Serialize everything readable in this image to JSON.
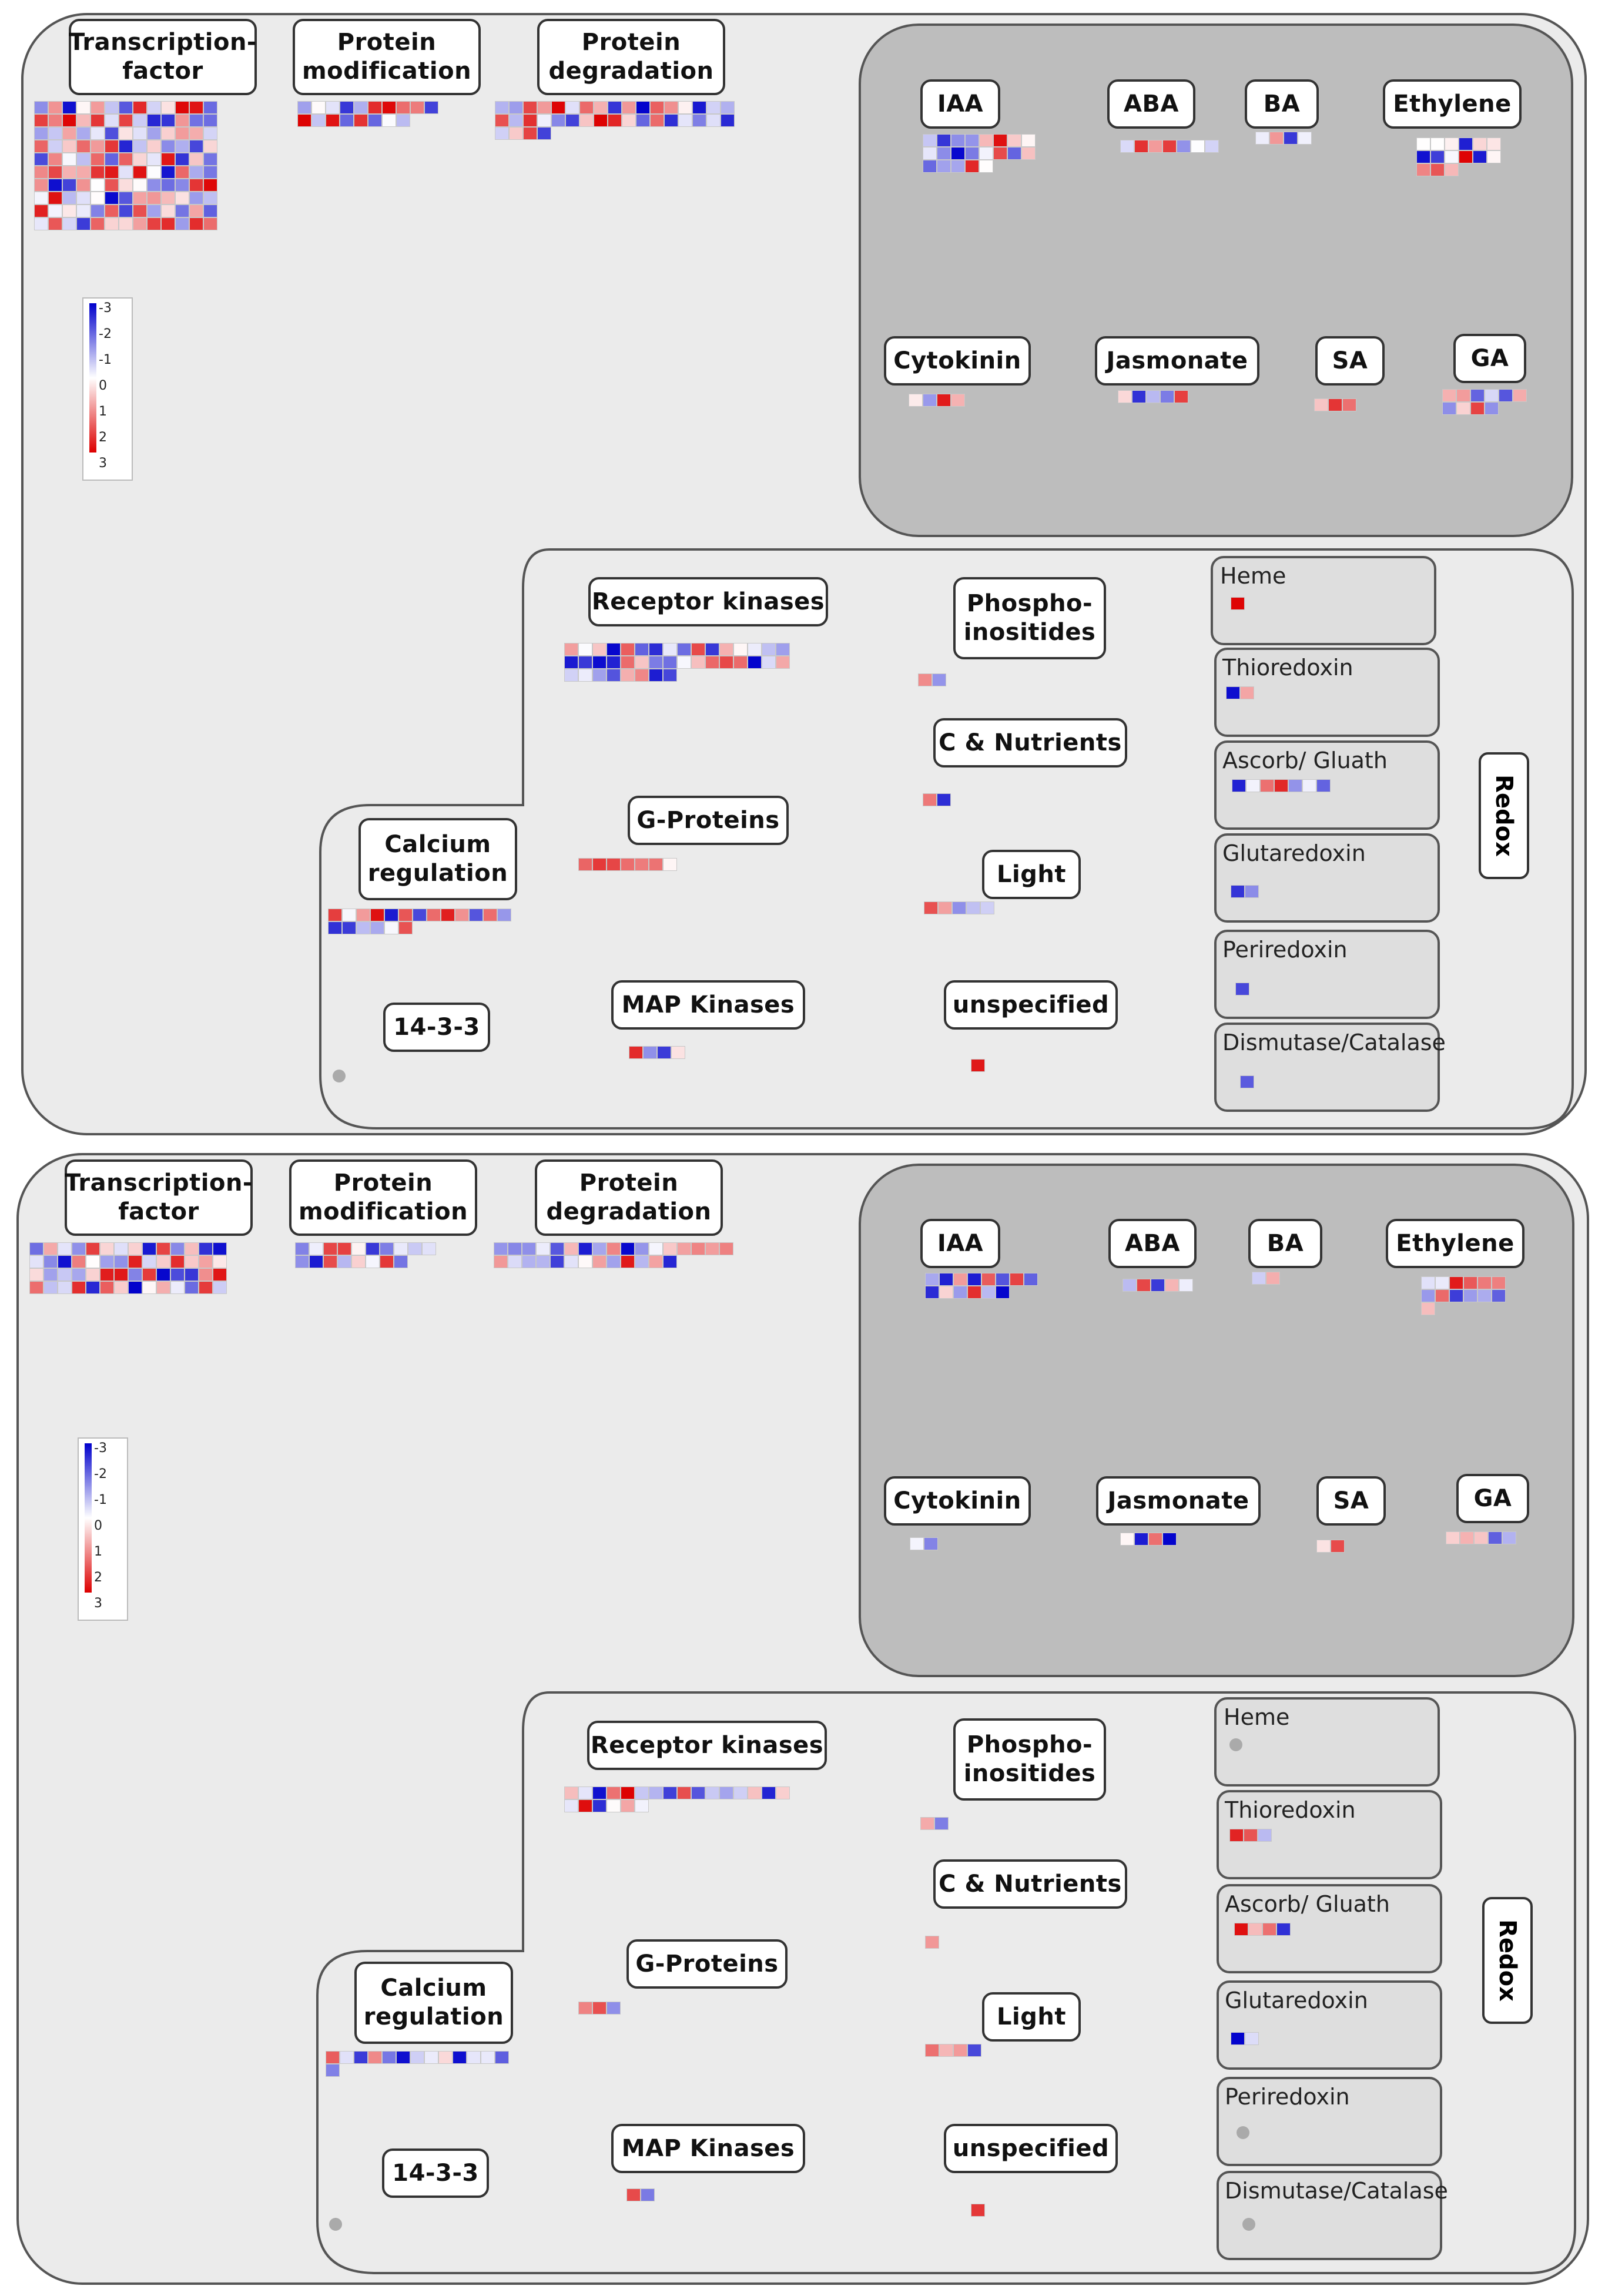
{
  "colors": {
    "outer_fill": "#ebebeb",
    "hormone_fill": "#bdbdbd",
    "redox_fill": "#dedede",
    "negative": "#0000cc",
    "neutral": "#ffffff",
    "positive": "#dd0000"
  },
  "labels": {
    "transcription_factor": "Transcription-\nfactor",
    "protein_modification": "Protein\nmodification",
    "protein_degradation": "Protein\ndegradation",
    "iaa": "IAA",
    "aba": "ABA",
    "ba": "BA",
    "ethylene": "Ethylene",
    "cytokinin": "Cytokinin",
    "jasmonate": "Jasmonate",
    "sa": "SA",
    "ga": "GA",
    "receptor_kinases": "Receptor kinases",
    "phosphoinositides": "Phospho-\ninositides",
    "c_nutrients": "C & Nutrients",
    "g_proteins": "G-Proteins",
    "light": "Light",
    "calcium_regulation": "Calcium\nregulation",
    "map_kinases": "MAP Kinases",
    "unspecified": "unspecified",
    "fourteen_three_three": "14-3-3",
    "redox": "Redox",
    "heme": "Heme",
    "thioredoxin": "Thioredoxin",
    "ascorb_gluath": "Ascorb/ Gluath",
    "glutaredoxin": "Glutaredoxin",
    "periredoxin": "Periredoxin",
    "dismutase_catalase": "Dismutase/Catalase"
  },
  "legend": {
    "scale": [
      "-3",
      "-2",
      "-1",
      "0",
      "1",
      "2",
      "3"
    ]
  },
  "chart_data": [
    {
      "type": "heatmap",
      "panel": "top",
      "value_range": [
        -3,
        3
      ],
      "groups": {
        "transcription_factor": {
          "cols": 13,
          "count": 130
        },
        "protein_modification": {
          "cols": 10,
          "count": 18
        },
        "protein_degradation": {
          "cols": 17,
          "count": 38
        },
        "iaa": {
          "cols": 8,
          "count": 21
        },
        "aba": {
          "cols": 7,
          "count": 7
        },
        "ba": {
          "cols": 4,
          "count": 4
        },
        "ethylene": {
          "cols": 6,
          "count": 15
        },
        "cytokinin": {
          "cols": 4,
          "count": 4
        },
        "jasmonate": {
          "cols": 5,
          "count": 5
        },
        "sa": {
          "cols": 3,
          "count": 3
        },
        "ga": {
          "cols": 6,
          "count": 10
        },
        "receptor_kinases": {
          "cols": 16,
          "count": 40
        },
        "phosphoinositides": {
          "cols": 2,
          "count": 2
        },
        "c_nutrients": {
          "cols": 2,
          "count": 2
        },
        "g_proteins": {
          "cols": 7,
          "count": 7
        },
        "light": {
          "cols": 5,
          "count": 5
        },
        "calcium_regulation": {
          "cols": 13,
          "count": 19
        },
        "map_kinases": {
          "cols": 4,
          "count": 4
        },
        "unspecified": {
          "cols": 1,
          "count": 1
        },
        "heme": {
          "cols": 1,
          "count": 1
        },
        "thioredoxin": {
          "cols": 2,
          "count": 2
        },
        "ascorb_gluath": {
          "cols": 7,
          "count": 7
        },
        "glutaredoxin": {
          "cols": 2,
          "count": 2
        },
        "periredoxin": {
          "cols": 1,
          "count": 1
        },
        "dismutase_catalase": {
          "cols": 1,
          "count": 1
        }
      }
    },
    {
      "type": "heatmap",
      "panel": "bottom",
      "value_range": [
        -3,
        3
      ],
      "groups": {
        "transcription_factor": {
          "cols": 14,
          "count": 56
        },
        "protein_modification": {
          "cols": 10,
          "count": 18
        },
        "protein_degradation": {
          "cols": 17,
          "count": 30
        },
        "iaa": {
          "cols": 8,
          "count": 14
        },
        "aba": {
          "cols": 5,
          "count": 5
        },
        "ba": {
          "cols": 2,
          "count": 2
        },
        "ethylene": {
          "cols": 6,
          "count": 13
        },
        "cytokinin": {
          "cols": 2,
          "count": 2
        },
        "jasmonate": {
          "cols": 4,
          "count": 4
        },
        "sa": {
          "cols": 2,
          "count": 2
        },
        "ga": {
          "cols": 5,
          "count": 5
        },
        "receptor_kinases": {
          "cols": 16,
          "count": 22
        },
        "phosphoinositides": {
          "cols": 2,
          "count": 2
        },
        "c_nutrients": {
          "cols": 1,
          "count": 1
        },
        "g_proteins": {
          "cols": 3,
          "count": 3
        },
        "light": {
          "cols": 4,
          "count": 4
        },
        "calcium_regulation": {
          "cols": 13,
          "count": 14
        },
        "map_kinases": {
          "cols": 2,
          "count": 2
        },
        "unspecified": {
          "cols": 1,
          "count": 1
        },
        "heme": {
          "cols": 0,
          "count": 0
        },
        "thioredoxin": {
          "cols": 3,
          "count": 3
        },
        "ascorb_gluath": {
          "cols": 4,
          "count": 4
        },
        "glutaredoxin": {
          "cols": 2,
          "count": 2
        },
        "periredoxin": {
          "cols": 0,
          "count": 0
        },
        "dismutase_catalase": {
          "cols": 0,
          "count": 0
        }
      }
    }
  ]
}
